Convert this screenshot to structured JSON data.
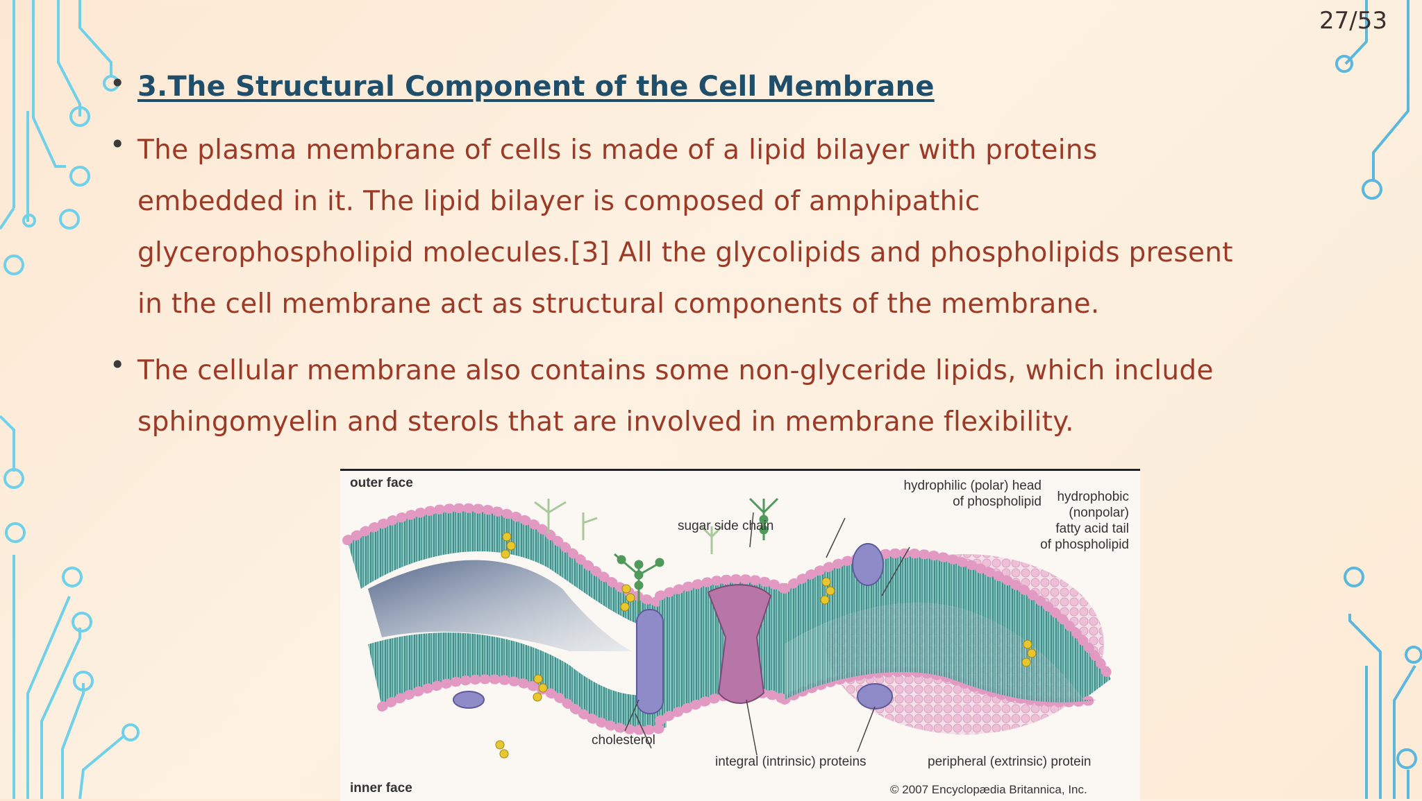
{
  "page": {
    "number": "27/53"
  },
  "content": {
    "heading": "3.The Structural Component of the Cell Membrane",
    "paragraph1": "The plasma membrane of cells is made of a lipid bilayer with proteins embedded in it. The lipid bilayer is composed of amphipathic glycerophospholipid molecules.[3] All the glycolipids and phospholipids present in the cell membrane act as structural components of the membrane.",
    "paragraph2": "The cellular membrane also contains some non-glyceride lipids, which include sphingomyelin and sterols that are involved in membrane flexibility."
  },
  "figure": {
    "labels": {
      "outer_face": "outer face",
      "inner_face": "inner face",
      "sugar_side_chain": "sugar side chain",
      "hydrophilic_head_line1": "hydrophilic (polar) head",
      "hydrophilic_head_line2": "of phospholipid",
      "hydrophobic_line1": "hydrophobic",
      "hydrophobic_line2": "(nonpolar)",
      "hydrophobic_line3": "fatty acid tail",
      "hydrophobic_line4": "of phospholipid",
      "cholesterol": "cholesterol",
      "integral_proteins": "integral (intrinsic) proteins",
      "peripheral_protein": "peripheral (extrinsic) protein",
      "copyright": "© 2007 Encyclopædia Britannica, Inc."
    }
  },
  "colors": {
    "heading": "#1f4e6b",
    "body_text": "#9b3a26",
    "circuit_left": "#6fd0ea",
    "circuit_right": "#5ab7de",
    "membrane_teal": "#5aa6a2",
    "membrane_pink": "#e5a6c8",
    "protein_purple": "#8f8ac8",
    "protein_magenta": "#b876a8",
    "cholesterol_yellow": "#e8c72e",
    "sugar_green": "#4f9a5a"
  }
}
